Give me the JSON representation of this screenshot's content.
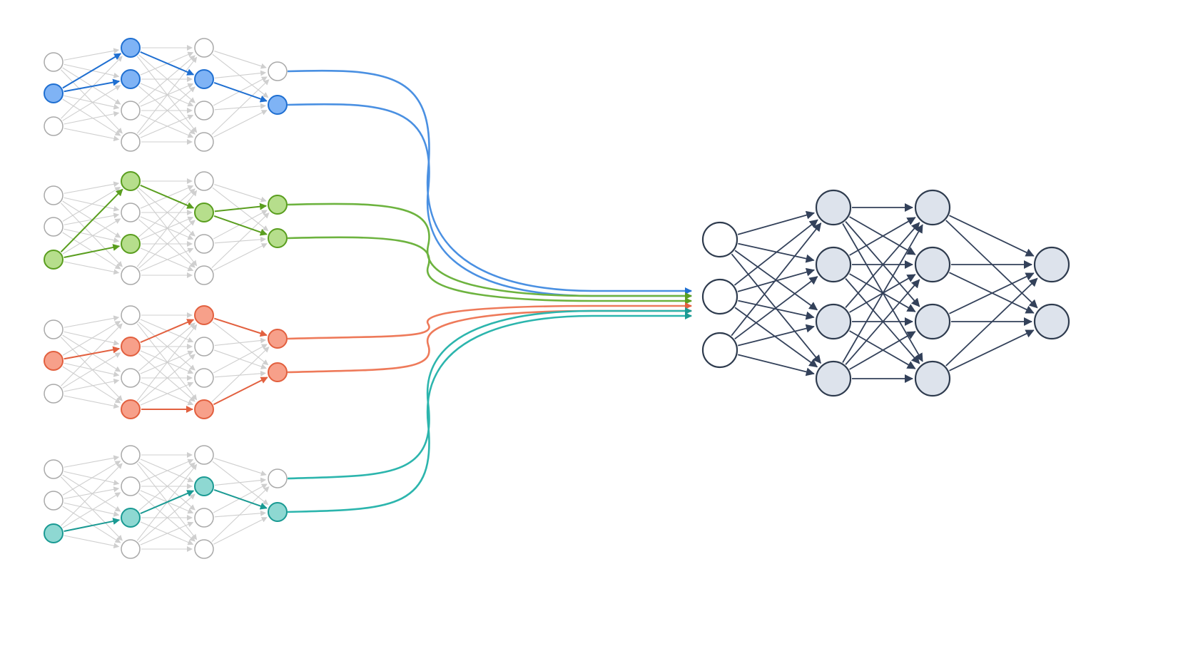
{
  "colors": {
    "background": "#ffffff",
    "inactive_node_stroke": "#a9a9a9",
    "inactive_edge": "#cfcfcf",
    "main_node_fill": "#dde3ec",
    "main_node_stroke": "#2e3b4e",
    "main_input_fill": "#ffffff",
    "main_edge": "#33415a"
  },
  "subnetworks": [
    {
      "name": "blue",
      "stroke": "#1f6fd1",
      "fill": "#7fb3f5",
      "line": "#4a90e2",
      "active": [
        [
          1
        ],
        [
          0,
          1
        ],
        [
          1
        ],
        [
          1
        ]
      ],
      "path_edges": [
        [
          0,
          1,
          0,
          0
        ],
        [
          0,
          1,
          0,
          1
        ],
        [
          1,
          0,
          1,
          1
        ],
        [
          2,
          1,
          3,
          1
        ]
      ]
    },
    {
      "name": "green",
      "stroke": "#5a9e1f",
      "fill": "#b6de8c",
      "line": "#6db33f",
      "active": [
        [
          2
        ],
        [
          0,
          2
        ],
        [
          1
        ],
        [
          0,
          1
        ]
      ],
      "path_edges": [
        [
          0,
          2,
          0,
          0
        ],
        [
          0,
          2,
          0,
          2
        ],
        [
          1,
          0,
          1,
          1
        ],
        [
          2,
          1,
          3,
          0
        ],
        [
          2,
          1,
          3,
          1
        ]
      ]
    },
    {
      "name": "orange",
      "stroke": "#e2603f",
      "fill": "#f7a08a",
      "line": "#ee7a5a",
      "active": [
        [
          1
        ],
        [
          1,
          3
        ],
        [
          0,
          3
        ],
        [
          0,
          1
        ]
      ],
      "path_edges": [
        [
          0,
          1,
          0,
          1
        ],
        [
          1,
          1,
          0,
          0
        ],
        [
          1,
          3,
          0,
          3
        ],
        [
          2,
          0,
          3,
          0
        ],
        [
          2,
          3,
          3,
          1
        ]
      ]
    },
    {
      "name": "teal",
      "stroke": "#1a9a93",
      "fill": "#8ed8d2",
      "line": "#2cb5ad",
      "active": [
        [
          2
        ],
        [
          2
        ],
        [
          1
        ],
        [
          1
        ]
      ],
      "path_edges": [
        [
          0,
          2,
          1,
          2
        ],
        [
          1,
          2,
          2,
          1
        ],
        [
          2,
          1,
          3,
          1
        ]
      ]
    }
  ],
  "main_network": {
    "layers": [
      3,
      4,
      4,
      2
    ]
  }
}
